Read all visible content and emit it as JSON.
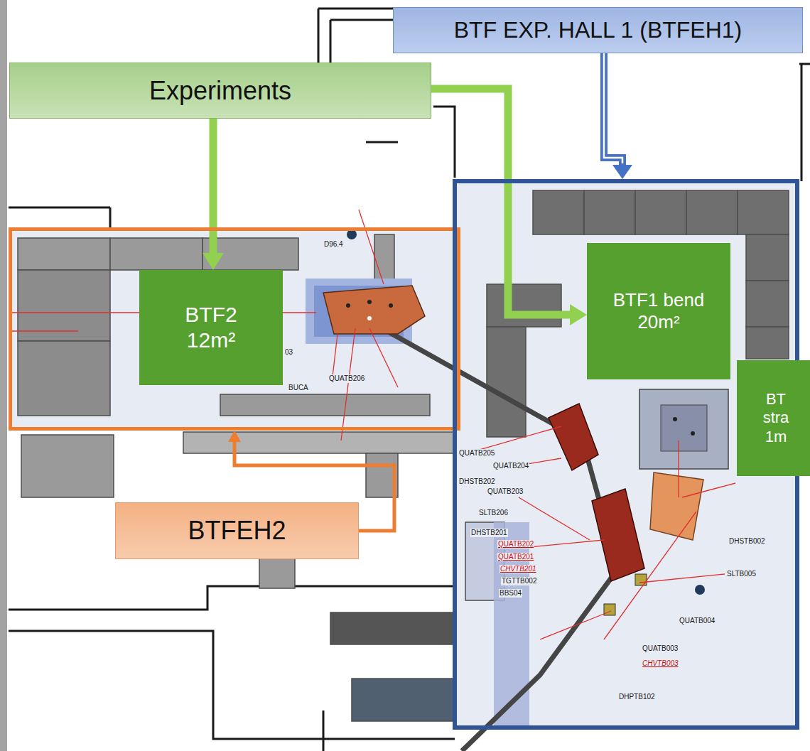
{
  "diagram": {
    "nodes": [
      {
        "text": [
          "BTF EXP. HALL 1 (BTFEH1)"
        ]
      },
      {
        "text": [
          "Experiments"
        ]
      },
      {
        "text": [
          "D96.4",
          "03",
          "BUCA",
          "QUATB206"
        ]
      },
      {
        "text": [
          "BTF2 12m²"
        ],
        "in": 2
      },
      {
        "text": [
          "QUATB205",
          "DHSTB202",
          "QUATB204",
          "QUATB203",
          "SLTB206",
          "DHSTB201",
          "QUATB202",
          "QUATB201",
          "CHVTB201",
          "TGTTB002",
          "BBS04",
          "DHSTB002",
          "SLTB005",
          "QUATB004",
          "QUATB003",
          "CHVTB003",
          "DHPTB102"
        ]
      },
      {
        "text": [
          "BTF1 bend 20m²"
        ],
        "in": 4
      },
      {
        "text": [
          "BT stra 1m"
        ],
        "in": 4
      },
      {
        "text": [
          "BTFEH2"
        ]
      }
    ],
    "edges": [
      {
        "from": 0,
        "to": 4,
        "arrow": "to"
      },
      {
        "from": 1,
        "to": 3,
        "arrow": "to"
      },
      {
        "from": 1,
        "to": 5,
        "arrow": "to"
      },
      {
        "from": 7,
        "to": 2,
        "arrow": "to"
      }
    ]
  }
}
